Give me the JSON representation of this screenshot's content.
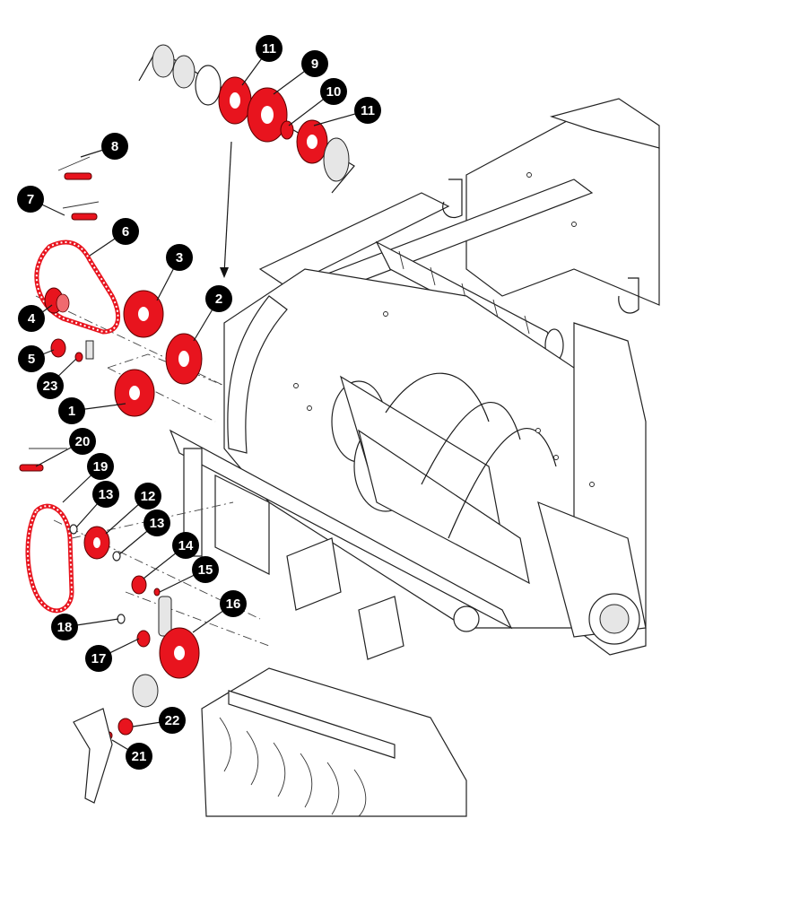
{
  "diagram": {
    "accent_color": "#e8141e",
    "callout_color": "#000000",
    "callouts": [
      {
        "label": "1"
      },
      {
        "label": "2"
      },
      {
        "label": "3"
      },
      {
        "label": "4"
      },
      {
        "label": "5"
      },
      {
        "label": "6"
      },
      {
        "label": "7"
      },
      {
        "label": "8"
      },
      {
        "label": "9"
      },
      {
        "label": "10"
      },
      {
        "label": "11"
      },
      {
        "label": "11"
      },
      {
        "label": "12"
      },
      {
        "label": "13"
      },
      {
        "label": "13"
      },
      {
        "label": "14"
      },
      {
        "label": "15"
      },
      {
        "label": "16"
      },
      {
        "label": "17"
      },
      {
        "label": "18"
      },
      {
        "label": "19"
      },
      {
        "label": "20"
      },
      {
        "label": "21"
      },
      {
        "label": "22"
      },
      {
        "label": "23"
      }
    ]
  }
}
